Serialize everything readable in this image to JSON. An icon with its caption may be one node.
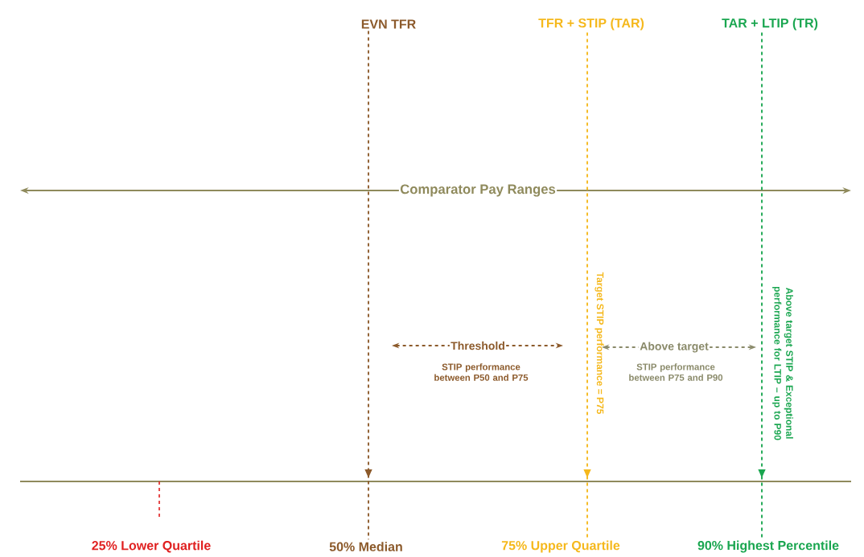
{
  "diagram": {
    "nodes": [
      {
        "text": [
          "EVN TFR"
        ]
      },
      {
        "text": [
          "TFR + STIP (TAR)"
        ]
      },
      {
        "text": [
          "TAR + LTIP (TR)"
        ]
      },
      {
        "text": [
          "25% Lower Quartile"
        ]
      },
      {
        "text": [
          "50% Median"
        ]
      },
      {
        "text": [
          "75% Upper Quartile"
        ]
      },
      {
        "text": [
          "90% Highest Percentile"
        ]
      }
    ],
    "edges": [
      {
        "from": 0,
        "to": 4,
        "arrow": "to",
        "style": "dashed",
        "color": "#8c5a2b"
      },
      {
        "from": 1,
        "to": 5,
        "arrow": "to",
        "style": "dashed",
        "color": "#f5b81c"
      },
      {
        "from": 2,
        "to": 6,
        "arrow": "to",
        "style": "dashed",
        "color": "#1aa650"
      }
    ],
    "labels": [
      "Comparator Pay Ranges",
      "Target STIP performance = P75",
      "Above target STIP & Exceptional performance for LTIP – up to P90",
      "Threshold",
      "STIP performance between P50 and P75",
      "Above target",
      "STIP performance between P75 and P90"
    ]
  }
}
